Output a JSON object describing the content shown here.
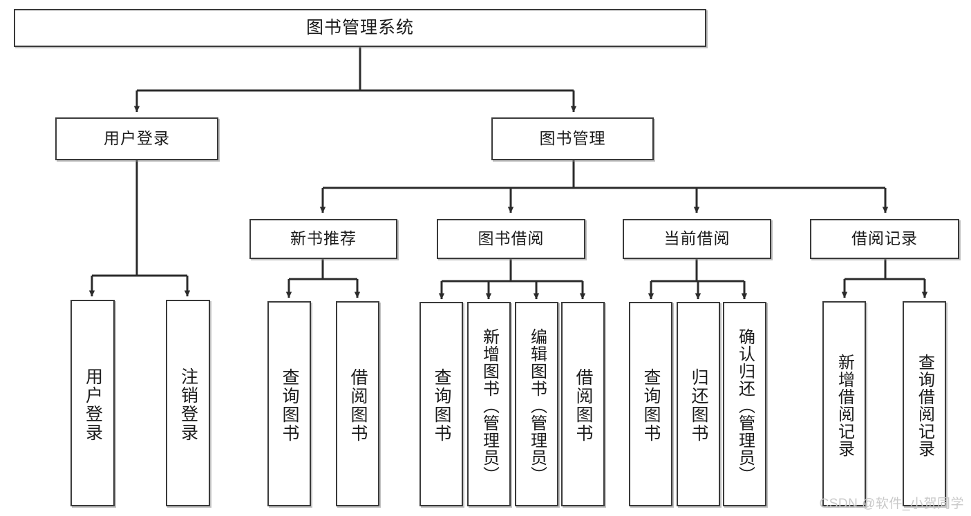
{
  "diagram": {
    "title": "图书管理系统",
    "type": "tree-hierarchy",
    "watermark": "CSDN @软件_小贺同学",
    "colors": {
      "box_border": "#3a3a3a",
      "box_fill": "#ffffff",
      "connector": "#2b2b2b",
      "watermark": "#c9c9c9"
    },
    "levels": {
      "root": {
        "label": "图书管理系统"
      },
      "level2": [
        {
          "id": "user-login",
          "label": "用户登录"
        },
        {
          "id": "book-manage",
          "label": "图书管理"
        }
      ],
      "level3": [
        {
          "id": "new-book-rec",
          "label": "新书推荐"
        },
        {
          "id": "book-borrow",
          "label": "图书借阅"
        },
        {
          "id": "current-borrow",
          "label": "当前借阅"
        },
        {
          "id": "borrow-record",
          "label": "借阅记录"
        }
      ],
      "leaves": {
        "user-login": [
          {
            "id": "leaf-user-login",
            "label": "用户登录"
          },
          {
            "id": "leaf-logout-login",
            "label": "注销登录"
          }
        ],
        "new-book-rec": [
          {
            "id": "leaf-query-book-1",
            "label": "查询图书"
          },
          {
            "id": "leaf-borrow-book-1",
            "label": "借阅图书"
          }
        ],
        "book-borrow": [
          {
            "id": "leaf-query-book-2",
            "label": "查询图书"
          },
          {
            "id": "leaf-add-book",
            "label": "新增图书（管理员）"
          },
          {
            "id": "leaf-edit-book",
            "label": "编辑图书（管理员）"
          },
          {
            "id": "leaf-borrow-book-2",
            "label": "借阅图书"
          }
        ],
        "current-borrow": [
          {
            "id": "leaf-query-book-3",
            "label": "查询图书"
          },
          {
            "id": "leaf-return-book",
            "label": "归还图书"
          },
          {
            "id": "leaf-confirm-return",
            "label": "确认归还（管理员）"
          }
        ],
        "borrow-record": [
          {
            "id": "leaf-add-record",
            "label": "新增借阅记录"
          },
          {
            "id": "leaf-query-record",
            "label": "查询借阅记录"
          }
        ]
      }
    }
  }
}
